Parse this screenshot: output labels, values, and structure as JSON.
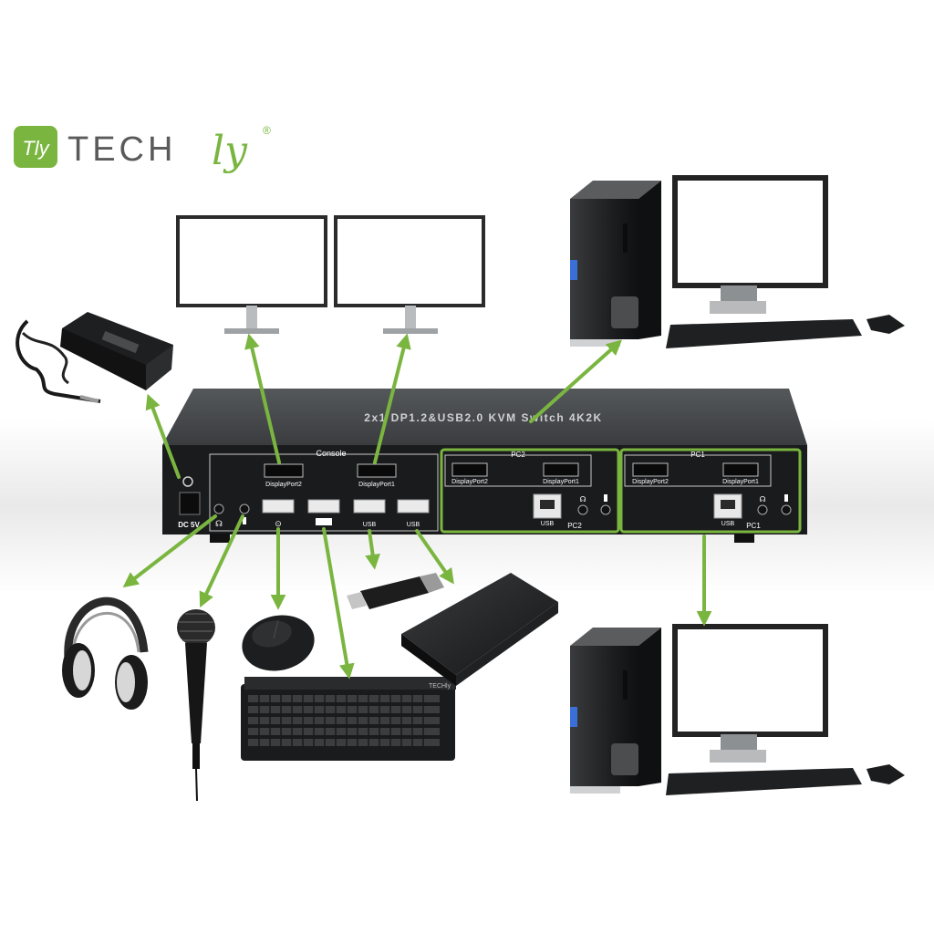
{
  "brand": {
    "logo_mark_text": "Tly",
    "name_text": "TECH",
    "name_script": "ly",
    "registered": "®",
    "accent_color": "#7ab540"
  },
  "device": {
    "top_label": "2x1 DP1.2&USB2.0 KVM Switch 4K2K",
    "power_label": "DC 5V",
    "console": {
      "title": "Console",
      "dp2": "DisplayPort2",
      "dp1": "DisplayPort1",
      "usb3": "USB",
      "usb4": "USB"
    },
    "pc2": {
      "title": "PC2",
      "dp2": "DisplayPort2",
      "dp1": "DisplayPort1",
      "usb": "USB",
      "bottom": "PC2"
    },
    "pc1": {
      "title": "PC1",
      "dp2": "DisplayPort2",
      "dp1": "DisplayPort1",
      "usb": "USB",
      "bottom": "PC1"
    }
  },
  "peripherals": {
    "keyboard_brand": "TECHly"
  },
  "colors": {
    "arrow": "#7ab540",
    "device_body": "#2a2c2e",
    "panel": "#1b1c1e"
  },
  "icons": [
    "power-adapter-icon",
    "monitor-icon",
    "desktop-pc-icon",
    "headphones-icon",
    "microphone-icon",
    "mouse-icon",
    "keyboard-icon",
    "usb-stick-icon",
    "external-drive-icon"
  ]
}
